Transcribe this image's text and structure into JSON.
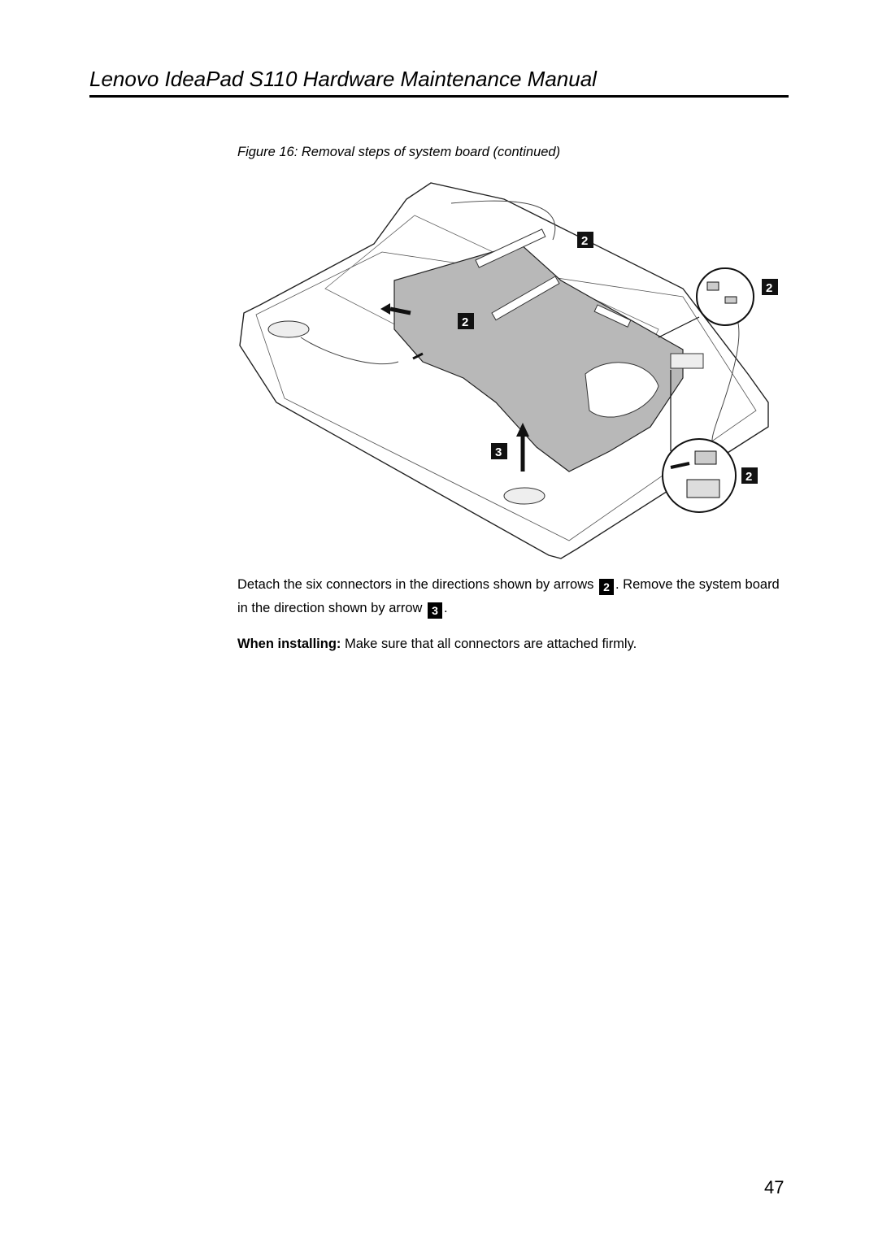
{
  "header": {
    "title": "Lenovo IdeaPad S110 Hardware Maintenance Manual"
  },
  "figure": {
    "caption": "Figure 16: Removal steps of system board (continued)",
    "callouts": [
      "2",
      "2",
      "2",
      "2",
      "3"
    ]
  },
  "body": {
    "p1_a": "Detach the six connectors in the directions shown by arrows",
    "p1_badge1": "2",
    "p1_b": ". Remove the system board in the direction shown by arrow",
    "p1_badge2": "3",
    "p1_c": ".",
    "note_label": "When installing:",
    "note_text": "Make sure that all connectors are attached firmly."
  },
  "footer": {
    "page_number": "47"
  }
}
